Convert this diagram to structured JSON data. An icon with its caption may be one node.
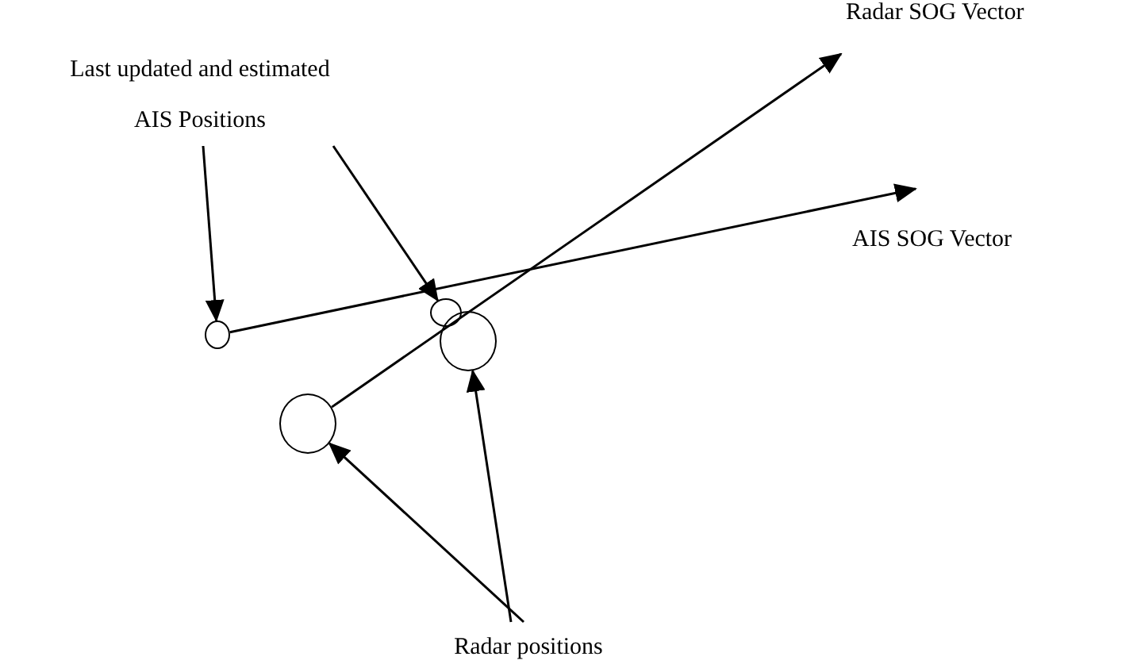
{
  "diagram": {
    "nodes": [
      {
        "text": [
          "Last updated and estimated AIS Positions"
        ]
      },
      {
        "text": [],
        "shape": "circle"
      },
      {
        "text": [],
        "shape": "circle"
      },
      {
        "text": [],
        "shape": "circle"
      },
      {
        "text": [],
        "shape": "circle"
      },
      {
        "text": [
          "Radar positions"
        ]
      }
    ],
    "edges": [
      {
        "from": 0,
        "to": 1,
        "arrow": "to"
      },
      {
        "from": 0,
        "to": 2,
        "arrow": "to"
      },
      {
        "from": 1,
        "to": null,
        "arrow": "to"
      },
      {
        "from": 4,
        "to": null,
        "arrow": "to"
      },
      {
        "from": 5,
        "to": 4,
        "arrow": "to"
      },
      {
        "from": 5,
        "to": 3,
        "arrow": "to"
      }
    ],
    "labels": [
      "Radar SOG Vector",
      "AIS SOG Vector"
    ]
  }
}
